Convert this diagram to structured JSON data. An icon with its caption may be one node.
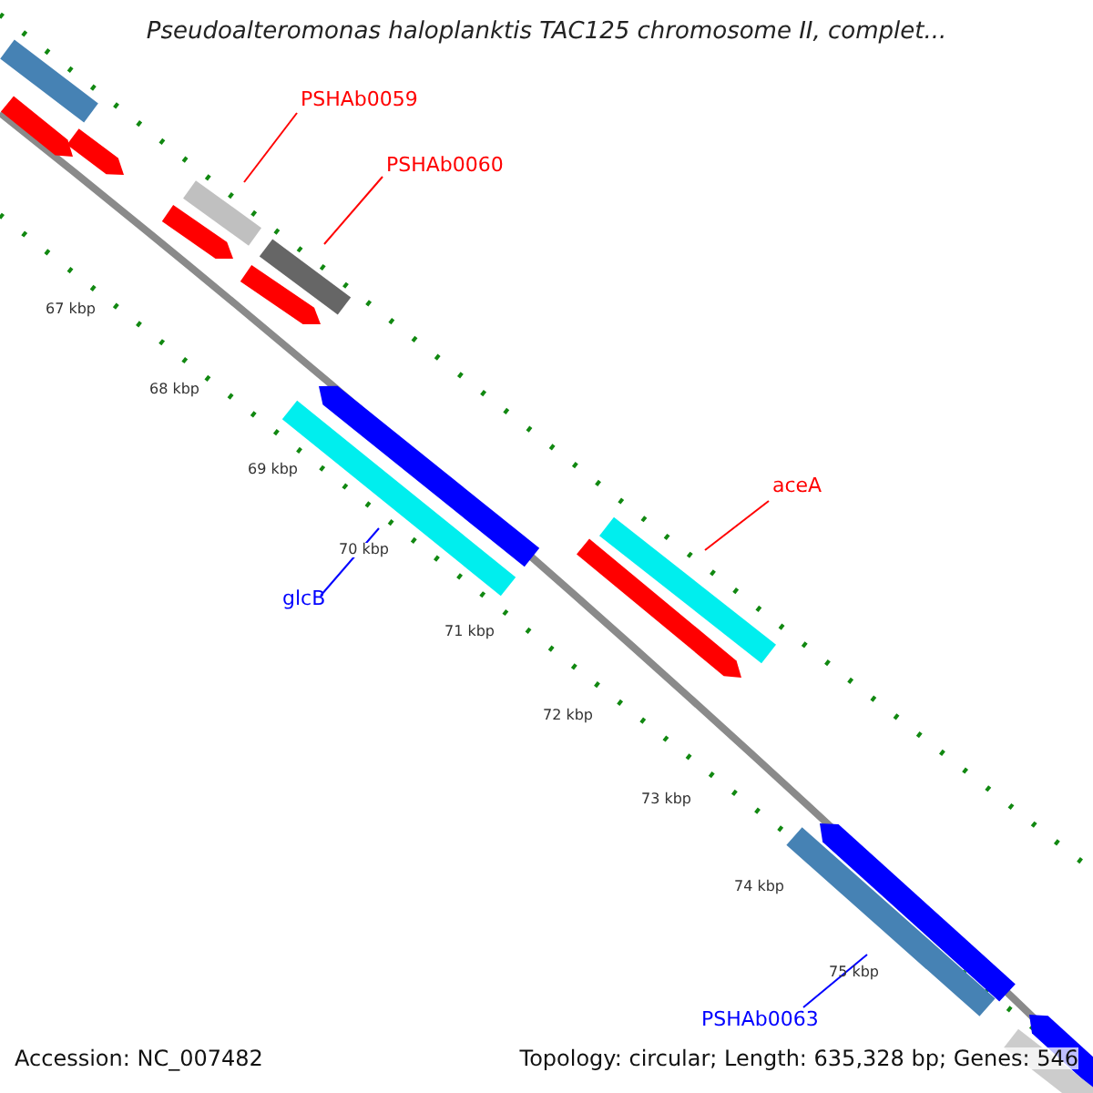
{
  "diagram": {
    "title": "Pseudoalteromonas haloplanktis TAC125 chromosome II, complet...",
    "nodes": [
      {
        "text": [
          "PSHAb0059"
        ]
      },
      {
        "text": [],
        "shape": "bar"
      },
      {
        "text": [
          "PSHAb0060"
        ]
      },
      {
        "text": [],
        "shape": "bar"
      },
      {
        "text": [
          "aceA"
        ]
      },
      {
        "text": [],
        "shape": "bar"
      },
      {
        "text": [
          "glcB"
        ]
      },
      {
        "text": [],
        "shape": "bar"
      },
      {
        "text": [
          "PSHAb0063"
        ]
      },
      {
        "text": [],
        "shape": "bar"
      }
    ],
    "edges": [
      {
        "from": 0,
        "to": 1,
        "arrow": "none",
        "color": "#ff0000"
      },
      {
        "from": 2,
        "to": 3,
        "arrow": "none",
        "color": "#ff0000"
      },
      {
        "from": 4,
        "to": 5,
        "arrow": "none",
        "color": "#ff0000"
      },
      {
        "from": 6,
        "to": 7,
        "arrow": "none",
        "color": "#0000ff"
      },
      {
        "from": 8,
        "to": 9,
        "arrow": "none",
        "color": "#0000ff"
      }
    ],
    "labels": [
      "67 kbp",
      "68 kbp",
      "69 kbp",
      "70 kbp",
      "71 kbp",
      "72 kbp",
      "73 kbp",
      "74 kbp",
      "75 kbp",
      "Accession: NC_007482",
      "Topology: circular; Length: 635,328 bp; Genes: 546"
    ]
  }
}
